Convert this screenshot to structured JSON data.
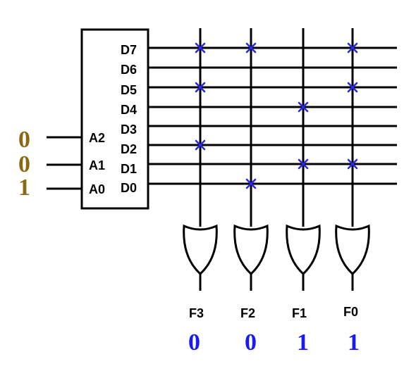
{
  "decoder": {
    "inputs": [
      "A2",
      "A1",
      "A0"
    ],
    "outputs": [
      "D7",
      "D6",
      "D5",
      "D4",
      "D3",
      "D2",
      "D1",
      "D0"
    ]
  },
  "address_values": [
    "0",
    "0",
    "1"
  ],
  "or_gates": [
    {
      "label": "F3",
      "value": "0",
      "connections": [
        "D7",
        "D5",
        "D2"
      ]
    },
    {
      "label": "F2",
      "value": "0",
      "connections": [
        "D7",
        "D0"
      ]
    },
    {
      "label": "F1",
      "value": "1",
      "connections": [
        "D4",
        "D1"
      ]
    },
    {
      "label": "F0",
      "value": "1",
      "connections": [
        "D7",
        "D5",
        "D1"
      ]
    }
  ],
  "colors": {
    "wire": "#000000",
    "connection_mark": "#2a2ae6",
    "address_value": "#8B6914",
    "output_value": "#1a1aee"
  }
}
